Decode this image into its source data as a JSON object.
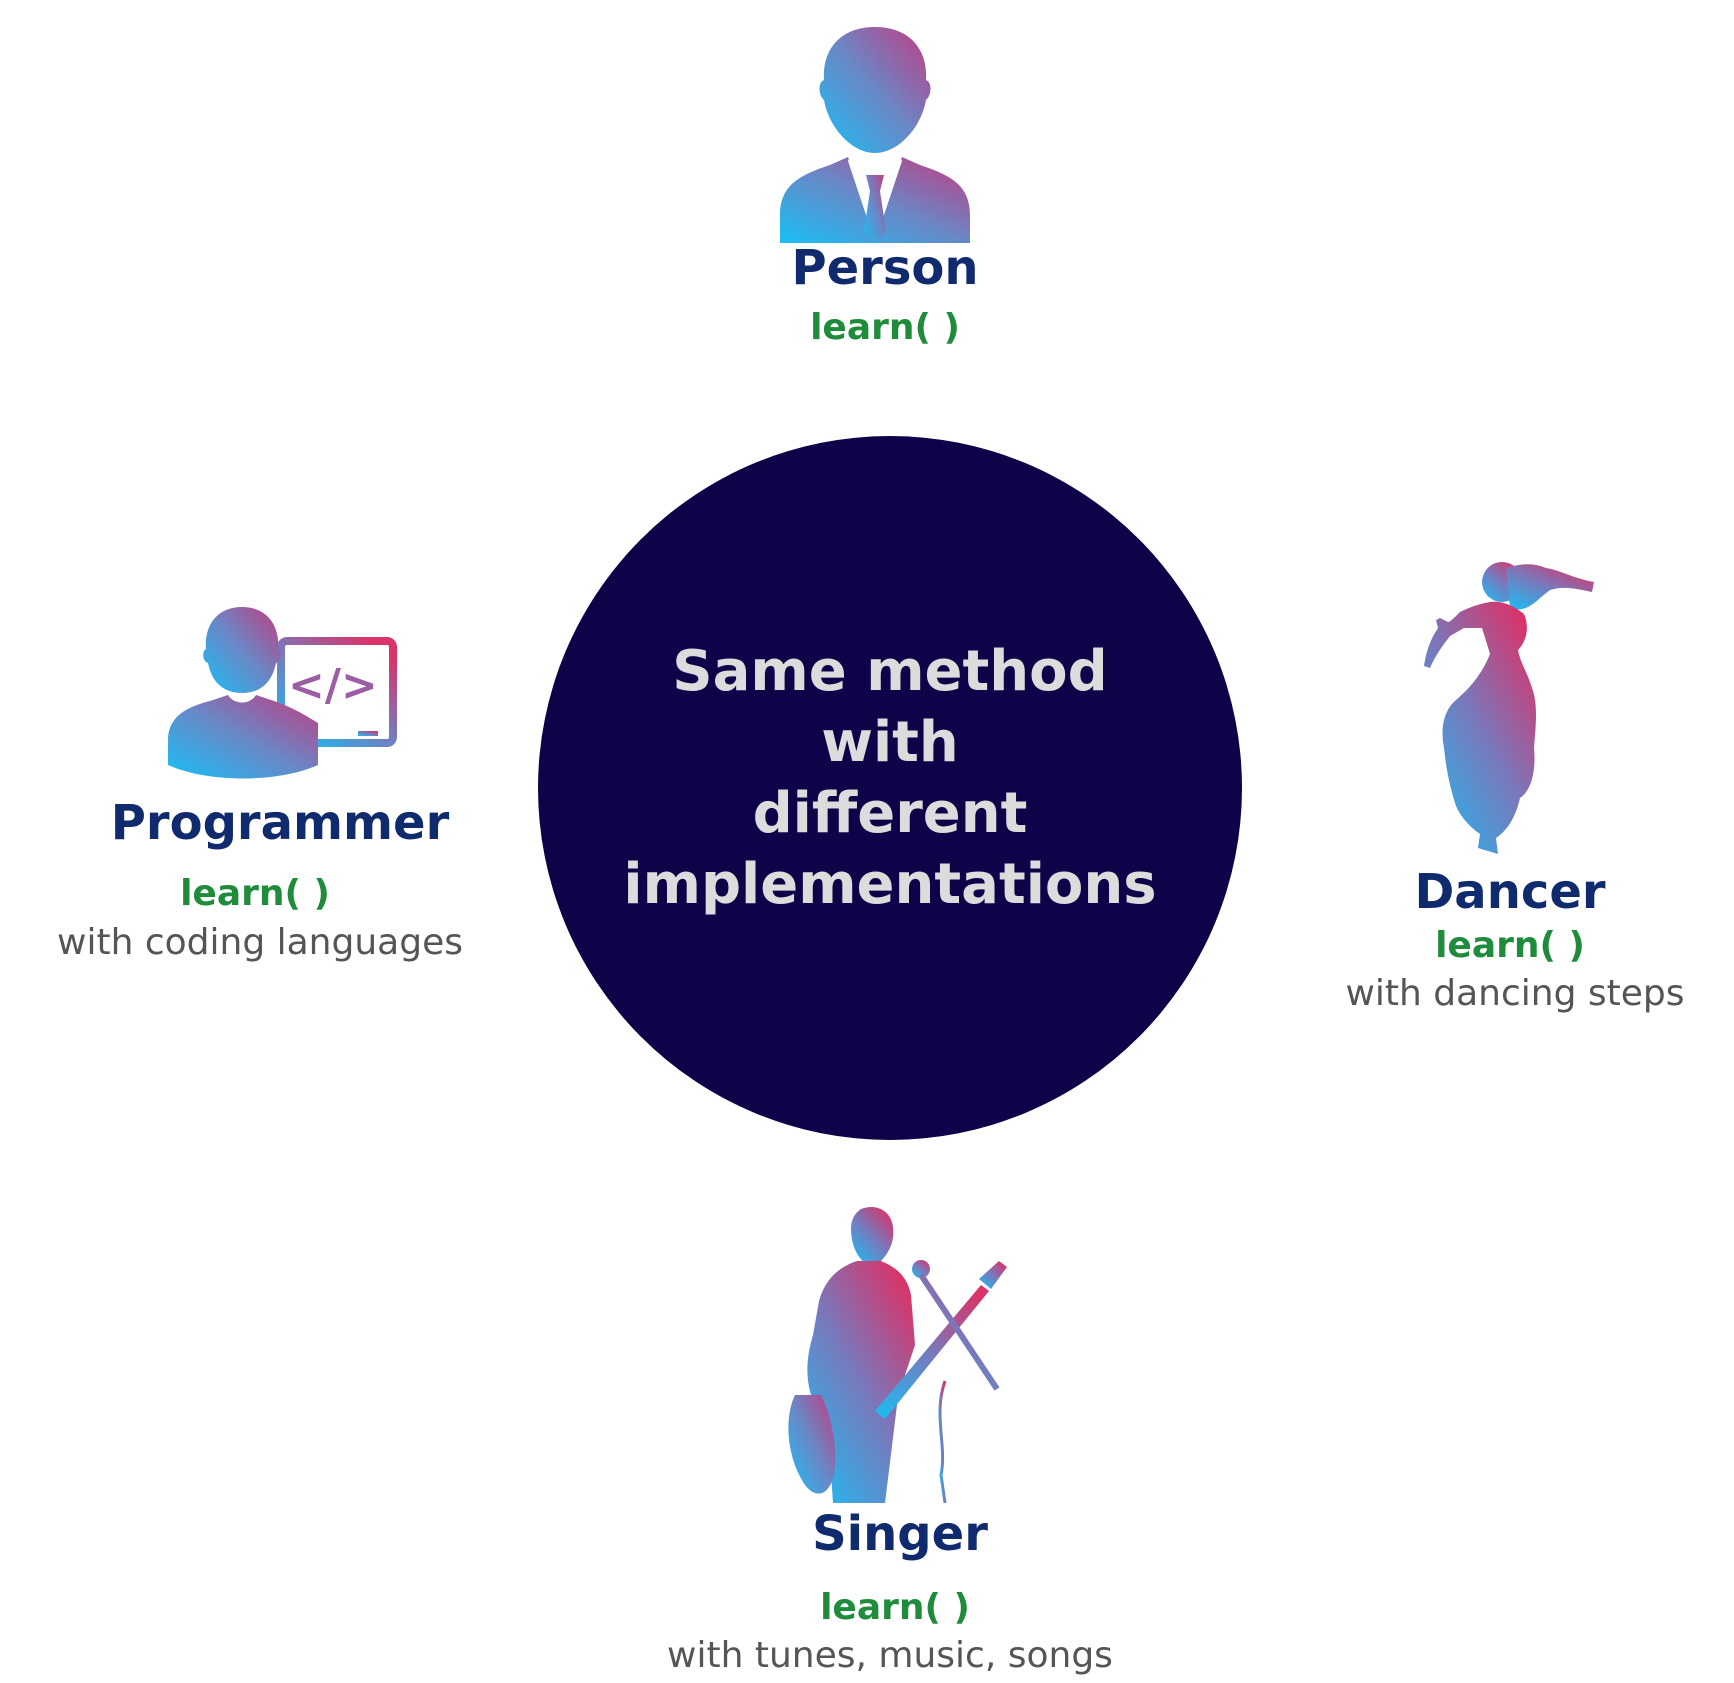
{
  "colors": {
    "hub_fill": "#0e0248",
    "hub_text": "#dcdcdc",
    "role_title": "#0f2b6e",
    "method": "#1e8c3a",
    "description": "#555555",
    "icon_gradient_start": "#18bff5",
    "icon_gradient_end": "#d9346a"
  },
  "hub": {
    "lines": [
      "Same method",
      "with",
      "different",
      "implementations"
    ]
  },
  "roles": {
    "person": {
      "title": "Person",
      "method": "learn( )",
      "icon": "businessman-icon"
    },
    "programmer": {
      "title": "Programmer",
      "method": "learn( )",
      "description": "with coding languages",
      "icon": "programmer-icon"
    },
    "dancer": {
      "title": "Dancer",
      "method": "learn( )",
      "description": "with dancing steps",
      "icon": "dancer-icon"
    },
    "singer": {
      "title": "Singer",
      "method": "learn( )",
      "description": "with tunes, music, songs",
      "icon": "singer-guitarist-icon"
    }
  }
}
